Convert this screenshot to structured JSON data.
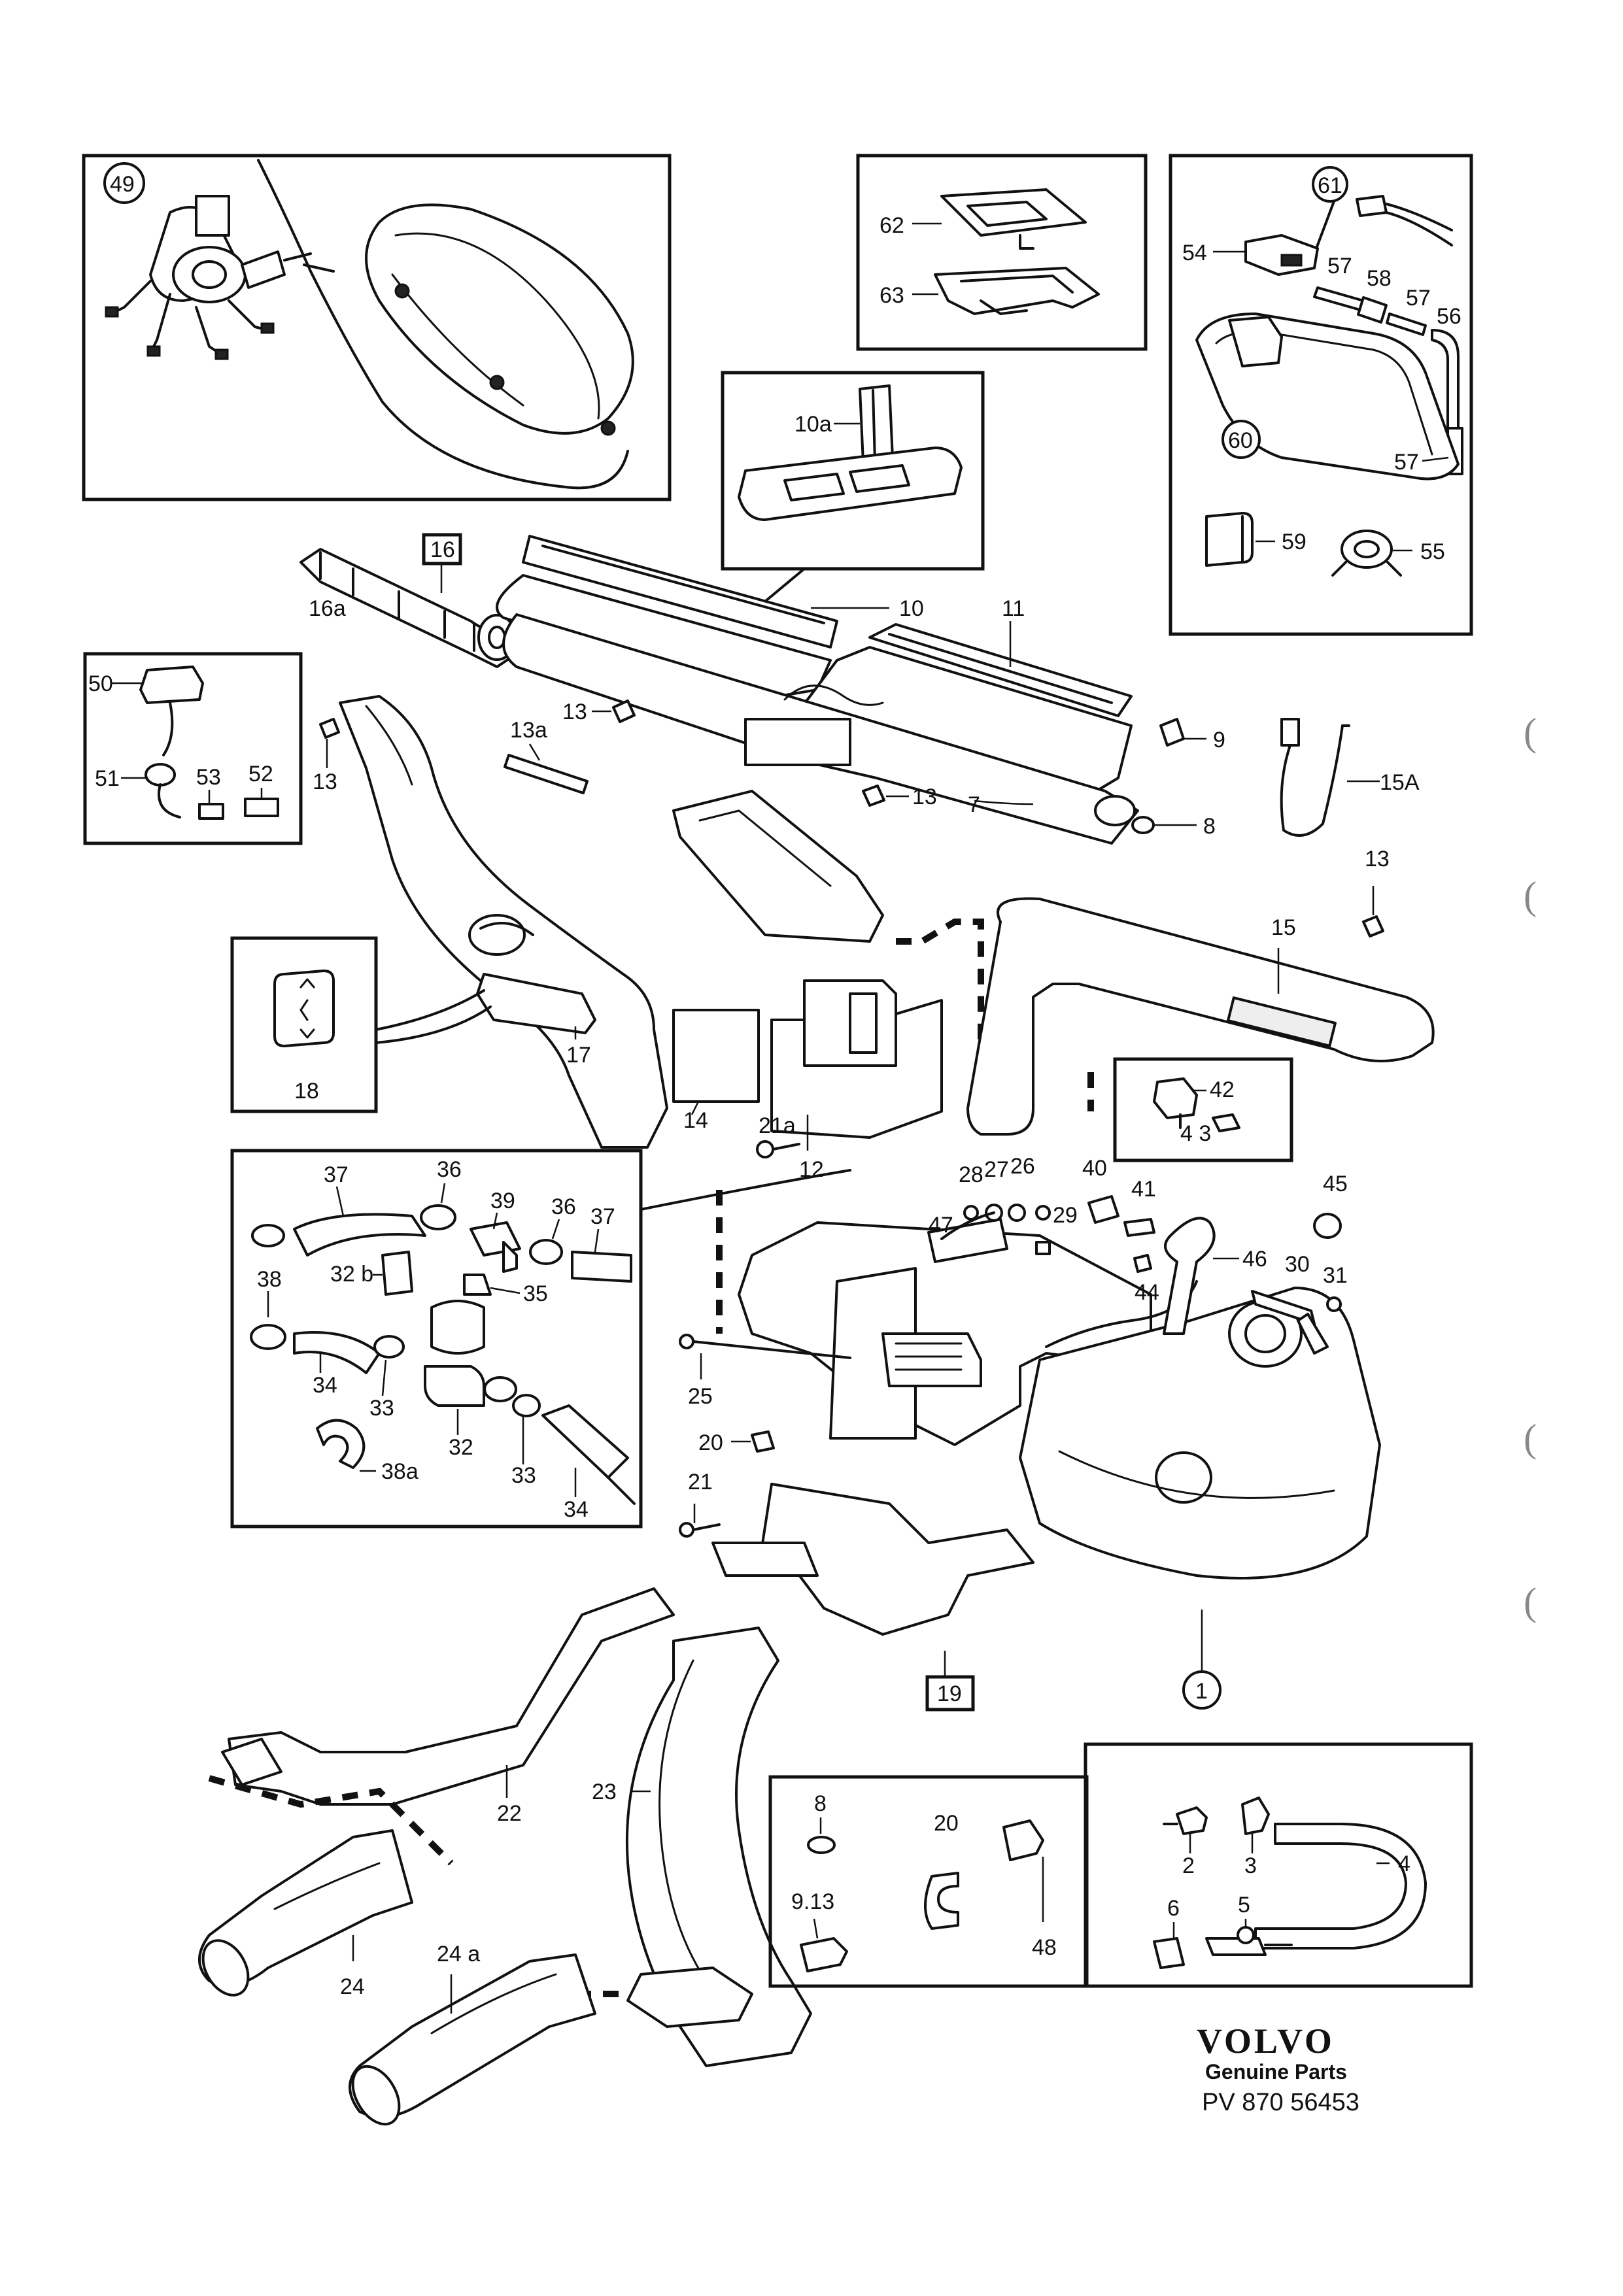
{
  "brand": {
    "logo": "VOLVO",
    "subtitle": "Genuine Parts",
    "code": "PV 870 56453"
  },
  "parts": {
    "p1": "1",
    "p2": "2",
    "p3": "3",
    "p4": "4",
    "p5": "5",
    "p6": "6",
    "p7": "7",
    "p8": "8",
    "p8b": "8",
    "p9": "9",
    "p9_13": "9.13",
    "p10": "10",
    "p10a": "10a",
    "p11": "11",
    "p12": "12",
    "p13a": "13",
    "p13b": "13",
    "p13c": "13",
    "p13d": "13",
    "p13_a": "13a",
    "p14": "14",
    "p15": "15",
    "p15A": "15A",
    "p16": "16",
    "p16a": "16a",
    "p17": "17",
    "p18": "18",
    "p19": "19",
    "p20": "20",
    "p20b": "20",
    "p21": "21",
    "p21a": "21a",
    "p22": "22",
    "p23": "23",
    "p24": "24",
    "p24a": "24 a",
    "p25": "25",
    "p26": "26",
    "p27": "27",
    "p28": "28",
    "p29": "29",
    "p30": "30",
    "p31": "31",
    "p32": "32",
    "p32b": "32 b",
    "p33a": "33",
    "p33b": "33",
    "p34a": "34",
    "p34b": "34",
    "p35": "35",
    "p36a": "36",
    "p36b": "36",
    "p37a": "37",
    "p37b": "37",
    "p38": "38",
    "p38a": "38a",
    "p39": "39",
    "p40": "40",
    "p41": "41",
    "p42": "42",
    "p43": "4 3",
    "p44": "44",
    "p45": "45",
    "p46": "46",
    "p47": "47",
    "p48": "48",
    "p49": "49",
    "p50": "50",
    "p51": "51",
    "p52": "52",
    "p53": "53",
    "p54": "54",
    "p55": "55",
    "p56": "56",
    "p57a": "57",
    "p57b": "57",
    "p57c": "57",
    "p58": "58",
    "p59": "59",
    "p60": "60",
    "p61": "61",
    "p62": "62",
    "p63": "63"
  },
  "margin_marks": [
    "(",
    "(",
    "(",
    "("
  ]
}
